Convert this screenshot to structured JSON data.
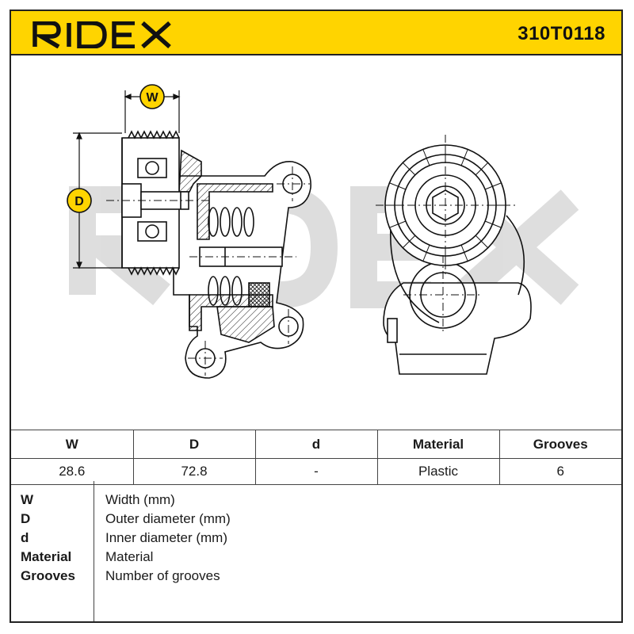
{
  "brand": {
    "logo_text": "RIDEX",
    "accent_color": "#ffd400"
  },
  "part_number": "310T0118",
  "drawing": {
    "dimension_labels": {
      "width": "W",
      "outer_diameter": "D"
    },
    "watermark_text": "RIDEX"
  },
  "specs": {
    "headers": [
      "W",
      "D",
      "d",
      "Material",
      "Grooves"
    ],
    "values": [
      "28.6",
      "72.8",
      "-",
      "Plastic",
      "6"
    ]
  },
  "legend": [
    {
      "key": "W",
      "desc": "Width (mm)"
    },
    {
      "key": "D",
      "desc": "Outer diameter (mm)"
    },
    {
      "key": "d",
      "desc": "Inner diameter (mm)"
    },
    {
      "key": "Material",
      "desc": "Material"
    },
    {
      "key": "Grooves",
      "desc": "Number of grooves"
    }
  ]
}
